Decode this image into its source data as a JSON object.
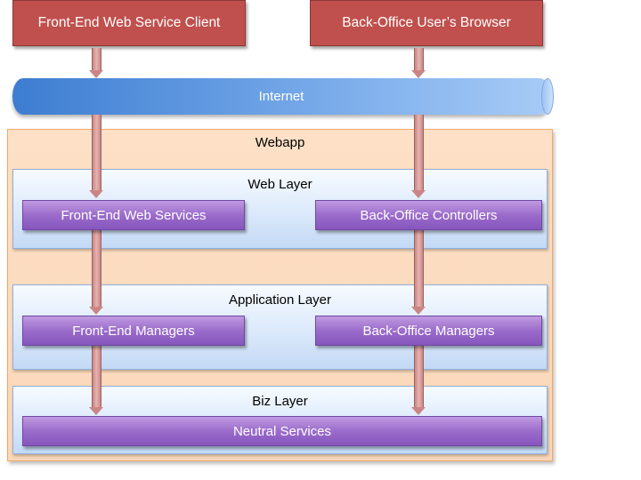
{
  "clients": {
    "front_end": "Front-End Web Service Client",
    "back_office": "Back-Office User’s Browser"
  },
  "internet": {
    "label": "Internet"
  },
  "webapp": {
    "label": "Webapp"
  },
  "layers": {
    "web": {
      "label": "Web Layer",
      "left": "Front-End Web Services",
      "right": "Back-Office Controllers"
    },
    "application": {
      "label": "Application Layer",
      "left": "Front-End Managers",
      "right": "Back-Office Managers"
    },
    "biz": {
      "label": "Biz Layer",
      "center": "Neutral Services"
    }
  },
  "colors": {
    "client": "#c0504d",
    "internet": "#5f98e0",
    "webapp": "#fcd7b8",
    "layer": "#dbe9fb",
    "component": "#9a6ccb",
    "arrow": "#c98684"
  }
}
